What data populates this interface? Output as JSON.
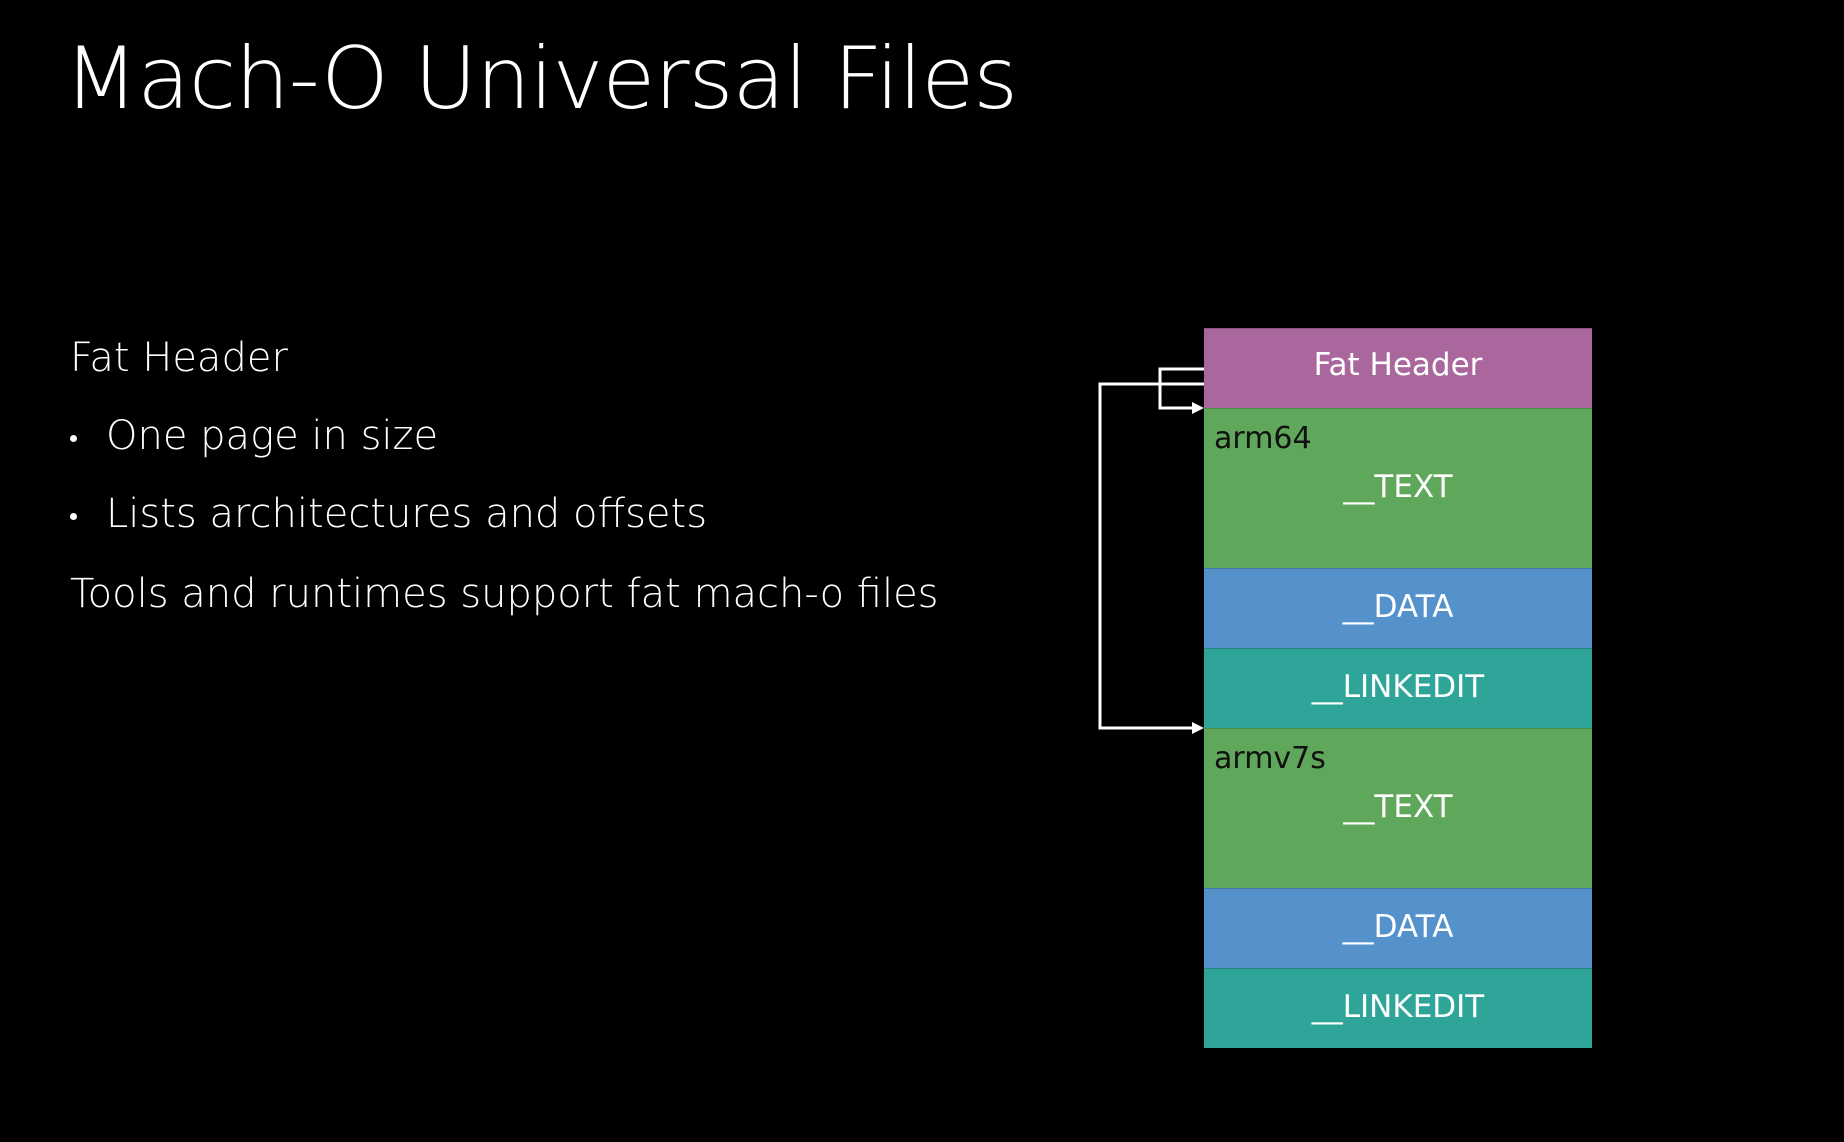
{
  "slide": {
    "title": "Mach-O Universal Files",
    "points": [
      {
        "text": "Fat Header",
        "level": 0
      },
      {
        "text": "One page in size",
        "level": 1
      },
      {
        "text": "Lists architectures and offsets",
        "level": 1
      },
      {
        "text": "Tools and runtimes support fat mach-o files",
        "level": 0
      }
    ]
  },
  "diagram": {
    "header": {
      "label": "Fat Header",
      "color": "#a9679d"
    },
    "architectures": [
      {
        "name": "arm64",
        "segments": [
          {
            "label": "__TEXT",
            "color": "#5fa75a"
          },
          {
            "label": "__DATA",
            "color": "#5591cb"
          },
          {
            "label": "__LINKEDIT",
            "color": "#2ea598"
          }
        ]
      },
      {
        "name": "armv7s",
        "segments": [
          {
            "label": "__TEXT",
            "color": "#5fa75a"
          },
          {
            "label": "__DATA",
            "color": "#5591cb"
          },
          {
            "label": "__LINKEDIT",
            "color": "#2ea598"
          }
        ]
      }
    ],
    "arrow_color": "#ffffff"
  }
}
